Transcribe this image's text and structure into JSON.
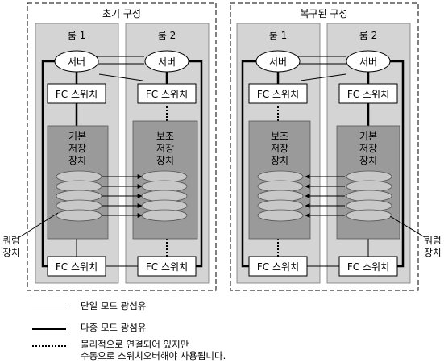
{
  "config_initial": {
    "title": "초기 구성",
    "room_left": {
      "label": "룸 1",
      "server": "서버",
      "switch_top": "FC 스위치",
      "switch_bottom": "FC 스위치",
      "storage_label": [
        "기본",
        "저장",
        "장치"
      ]
    },
    "room_right": {
      "label": "룸 2",
      "server": "서버",
      "switch_top": "FC 스위치",
      "switch_bottom": "FC 스위치",
      "storage_label": [
        "보조",
        "저장",
        "장치"
      ]
    }
  },
  "config_restored": {
    "title": "복구된 구성",
    "room_left": {
      "label": "룸 1",
      "server": "서버",
      "switch_top": "FC 스위치",
      "switch_bottom": "FC 스위치",
      "storage_label": [
        "보조",
        "저장",
        "장치"
      ]
    },
    "room_right": {
      "label": "룸 2",
      "server": "서버",
      "switch_top": "FC 스위치",
      "switch_bottom": "FC 스위치",
      "storage_label": [
        "기본",
        "저장",
        "장치"
      ]
    }
  },
  "quorum_left": [
    "쿼럼",
    "장치"
  ],
  "quorum_right": [
    "쿼럼",
    "장치"
  ],
  "legend": {
    "single_mode": "단일 모드 광섬유",
    "multi_mode": "다중 모드 광섬유",
    "manual_line1": "물리적으로 연결되어 있지만",
    "manual_line2": "수동으로 스위치오버해야 사용됩니다."
  },
  "colors": {
    "room_fill": "#d4d4d4",
    "storage_fill": "#9a9a9a",
    "disk_fill": "#c8c8c8",
    "line": "#000000"
  }
}
